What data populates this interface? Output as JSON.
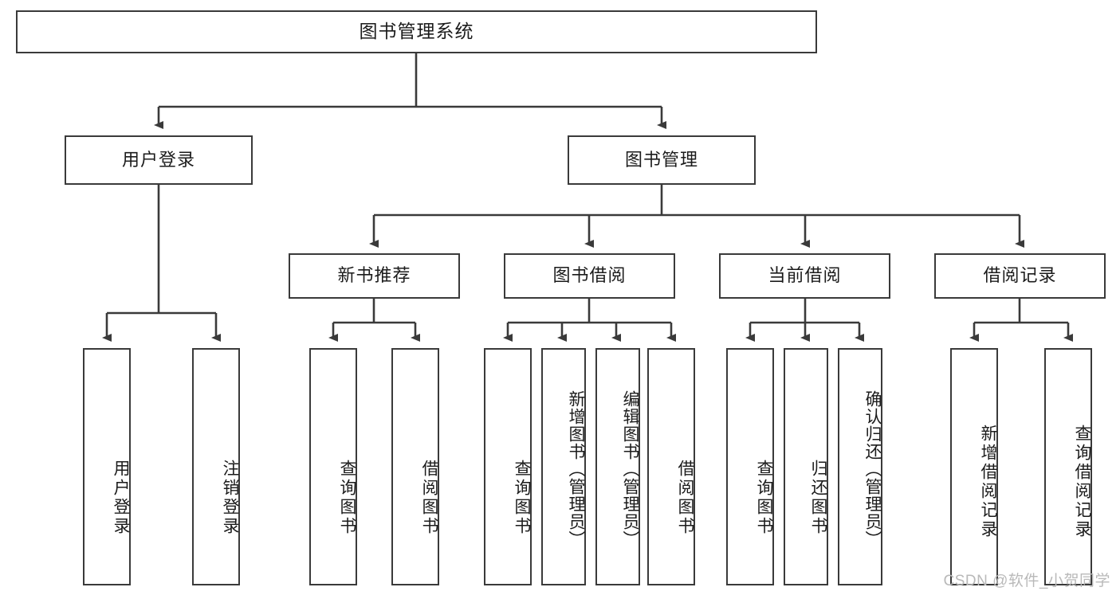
{
  "diagram": {
    "title": "图书管理系统",
    "type": "hierarchy-tree",
    "line_color": "#3a3a3a",
    "box_fill": "#ffffff",
    "text_color": "#1b1b1b",
    "watermark": "CSDN @软件_小贺同学",
    "levels": {
      "root": {
        "label": "图书管理系统"
      },
      "level2": [
        {
          "label": "用户登录"
        },
        {
          "label": "图书管理"
        }
      ],
      "level3": [
        {
          "label": "新书推荐"
        },
        {
          "label": "图书借阅"
        },
        {
          "label": "当前借阅"
        },
        {
          "label": "借阅记录"
        }
      ],
      "leaves": {
        "user_login": [
          {
            "label": "用户登录"
          },
          {
            "label": "注销登录"
          }
        ],
        "new_book_recommend": [
          {
            "label": "查询图书"
          },
          {
            "label": "借阅图书"
          }
        ],
        "book_borrow": [
          {
            "label": "查询图书"
          },
          {
            "label": "新增图书（管理员）"
          },
          {
            "label": "编辑图书（管理员）"
          },
          {
            "label": "借阅图书"
          }
        ],
        "current_borrow": [
          {
            "label": "查询图书"
          },
          {
            "label": "归还图书"
          },
          {
            "label": "确认归还（管理员）"
          }
        ],
        "borrow_record": [
          {
            "label": "新增借阅记录"
          },
          {
            "label": "查询借阅记录"
          }
        ]
      }
    }
  }
}
